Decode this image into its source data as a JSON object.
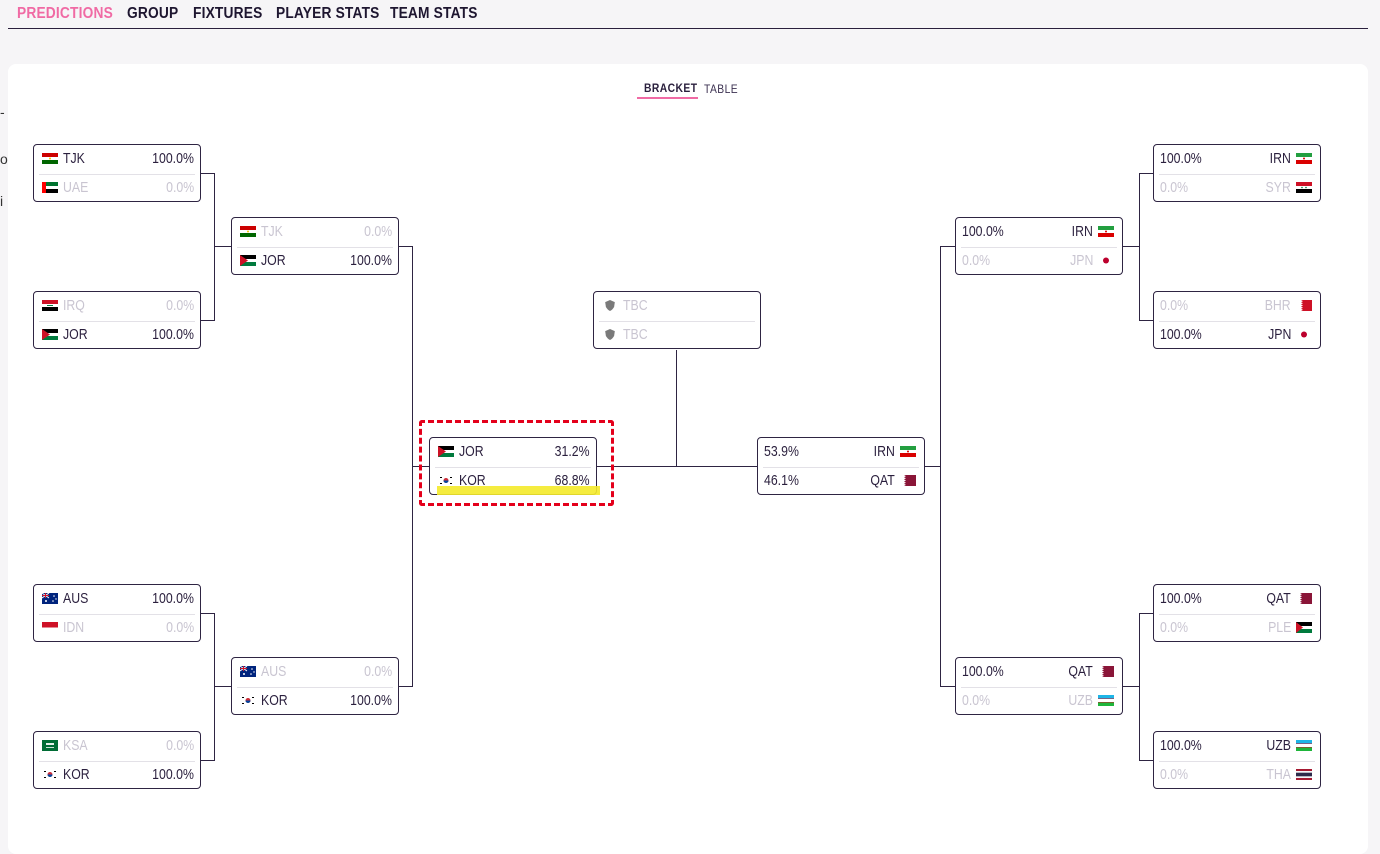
{
  "nav": {
    "tabs": [
      "PREDICTIONS",
      "GROUP",
      "FIXTURES",
      "PLAYER STATS",
      "TEAM STATS"
    ],
    "active": "PREDICTIONS"
  },
  "edge_text": [
    "-",
    "o",
    "i"
  ],
  "view_toggle": {
    "bracket": "BRACKET",
    "table": "TABLE",
    "active": "BRACKET"
  },
  "colors": {
    "accent": "#f06aa4",
    "ink": "#2a1f3d",
    "dim": "#c9c5d1",
    "highlight": "#e4001b",
    "marker": "#f4ea2a"
  },
  "bracket": {
    "r16_left": [
      {
        "t1": {
          "code": "TJK",
          "pct": "100.0%",
          "flag": "tjk",
          "winner": true
        },
        "t2": {
          "code": "UAE",
          "pct": "0.0%",
          "flag": "uae",
          "winner": false
        }
      },
      {
        "t1": {
          "code": "IRQ",
          "pct": "0.0%",
          "flag": "irq",
          "winner": false
        },
        "t2": {
          "code": "JOR",
          "pct": "100.0%",
          "flag": "jor",
          "winner": true
        }
      },
      {
        "t1": {
          "code": "AUS",
          "pct": "100.0%",
          "flag": "aus",
          "winner": true
        },
        "t2": {
          "code": "IDN",
          "pct": "0.0%",
          "flag": "idn",
          "winner": false
        }
      },
      {
        "t1": {
          "code": "KSA",
          "pct": "0.0%",
          "flag": "ksa",
          "winner": false
        },
        "t2": {
          "code": "KOR",
          "pct": "100.0%",
          "flag": "kor",
          "winner": true
        }
      }
    ],
    "qf_left": [
      {
        "t1": {
          "code": "TJK",
          "pct": "0.0%",
          "flag": "tjk",
          "winner": false
        },
        "t2": {
          "code": "JOR",
          "pct": "100.0%",
          "flag": "jor",
          "winner": true
        }
      },
      {
        "t1": {
          "code": "AUS",
          "pct": "0.0%",
          "flag": "aus",
          "winner": false
        },
        "t2": {
          "code": "KOR",
          "pct": "100.0%",
          "flag": "kor",
          "winner": true
        }
      }
    ],
    "sf_left": {
      "t1": {
        "code": "JOR",
        "pct": "31.2%",
        "flag": "jor",
        "winner": true
      },
      "t2": {
        "code": "KOR",
        "pct": "68.8%",
        "flag": "kor",
        "winner": true
      }
    },
    "final": {
      "t1": {
        "code": "TBC",
        "pct": "",
        "flag": "shield",
        "winner": false
      },
      "t2": {
        "code": "TBC",
        "pct": "",
        "flag": "shield",
        "winner": false
      }
    },
    "sf_right": {
      "t1": {
        "code": "IRN",
        "pct": "53.9%",
        "flag": "irn",
        "winner": true
      },
      "t2": {
        "code": "QAT",
        "pct": "46.1%",
        "flag": "qat",
        "winner": true
      }
    },
    "qf_right": [
      {
        "t1": {
          "code": "IRN",
          "pct": "100.0%",
          "flag": "irn",
          "winner": true
        },
        "t2": {
          "code": "JPN",
          "pct": "0.0%",
          "flag": "jpn",
          "winner": false
        }
      },
      {
        "t1": {
          "code": "QAT",
          "pct": "100.0%",
          "flag": "qat",
          "winner": true
        },
        "t2": {
          "code": "UZB",
          "pct": "0.0%",
          "flag": "uzb",
          "winner": false
        }
      }
    ],
    "r16_right": [
      {
        "t1": {
          "code": "IRN",
          "pct": "100.0%",
          "flag": "irn",
          "winner": true
        },
        "t2": {
          "code": "SYR",
          "pct": "0.0%",
          "flag": "syr",
          "winner": false
        }
      },
      {
        "t1": {
          "code": "BHR",
          "pct": "0.0%",
          "flag": "bhr",
          "winner": false
        },
        "t2": {
          "code": "JPN",
          "pct": "100.0%",
          "flag": "jpn",
          "winner": true
        }
      },
      {
        "t1": {
          "code": "QAT",
          "pct": "100.0%",
          "flag": "qat",
          "winner": true
        },
        "t2": {
          "code": "PLE",
          "pct": "0.0%",
          "flag": "ple",
          "winner": false
        }
      },
      {
        "t1": {
          "code": "UZB",
          "pct": "100.0%",
          "flag": "uzb",
          "winner": true
        },
        "t2": {
          "code": "THA",
          "pct": "0.0%",
          "flag": "tha",
          "winner": false
        }
      }
    ]
  }
}
